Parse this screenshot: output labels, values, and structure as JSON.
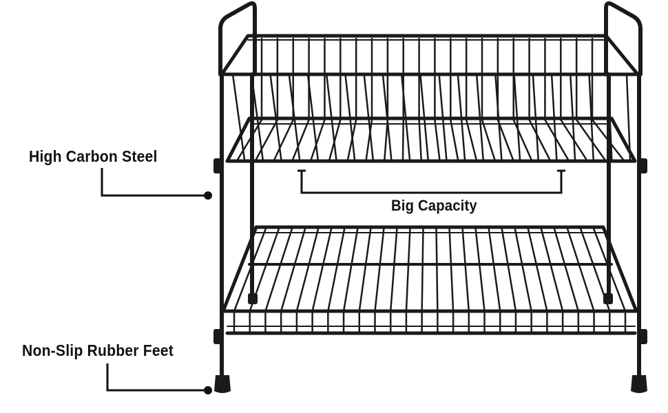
{
  "labels": {
    "steel": "High Carbon Steel",
    "capacity": "Big Capacity",
    "feet": "Non-Slip Rubber Feet"
  },
  "colors": {
    "wire": "#1a1a1a",
    "callout": "#111111",
    "background": "#ffffff"
  }
}
